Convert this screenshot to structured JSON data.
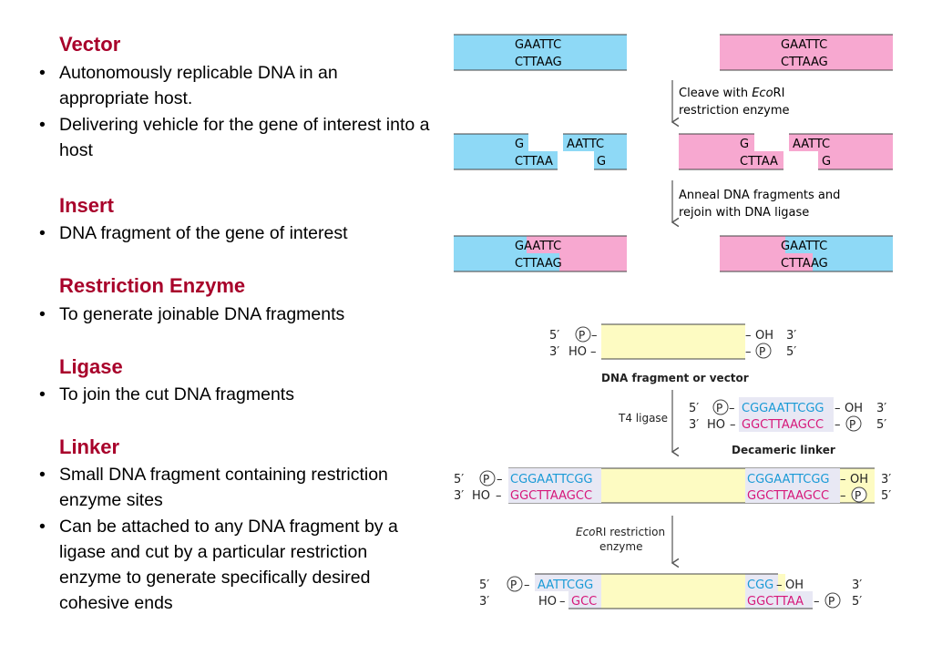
{
  "left": {
    "vector": {
      "title": "Vector",
      "b1": "Autonomously replicable DNA in an appropriate host.",
      "b2": "Delivering vehicle for the gene of interest into a host"
    },
    "insert": {
      "title": "Insert",
      "b1": "DNA fragment of the gene of interest"
    },
    "enzyme": {
      "title": "Restriction Enzyme",
      "b1": "To generate joinable DNA fragments"
    },
    "ligase": {
      "title": "Ligase",
      "b1": "To join the cut DNA fragments"
    },
    "linker": {
      "title": "Linker",
      "b1": "Small DNA fragment containing restriction enzyme sites",
      "b2": "Can be attached to any DNA fragment by a ligase and cut by a particular restriction enzyme to generate specifically desired cohesive ends"
    },
    "bullet": "•"
  },
  "colors": {
    "heading": "#a8002a",
    "blue": "#8ed9f6",
    "pink": "#f7a8d0",
    "yellow": "#fdfbc2",
    "seqBlue": "#1a9ad6",
    "seqPink": "#d6187a"
  },
  "top": {
    "gaattc": "GAATTC",
    "cttaag": "CTTAAG",
    "g": "G",
    "aattc": "AATTC",
    "cttaa": "CTTAA",
    "step1a": "Cleave with ",
    "step1eco": "Eco",
    "step1ri": "RI",
    "step1b": "restriction enzyme",
    "step2a": "Anneal DNA fragments and",
    "step2b": "rejoin with DNA ligase",
    "r3_g": "G",
    "r3_aatt": "AATT",
    "r3_c": "C",
    "r3_ctta": "CTTA",
    "r3_ag": "AG",
    "r3_g2": "G",
    "r3_cttaa": "CTTAA"
  },
  "bottom": {
    "p5": "5′",
    "p3": "3′",
    "P": "P",
    "oh": "OH",
    "ho": "HO",
    "frag_label": "DNA fragment or vector",
    "t4": "T4 ligase",
    "linker_top": "CGGAATTCGG",
    "linker_bot": "GGCTTAAGCC",
    "linker_label": "Decameric linker",
    "eco1": "Eco",
    "eco2": "RI restriction",
    "eco3": "enzyme",
    "cut_top_left": "AATTCGG",
    "cut_bot_left": "GCC",
    "cut_top_right": "CGG",
    "cut_bot_right": "GGCTTAA"
  }
}
